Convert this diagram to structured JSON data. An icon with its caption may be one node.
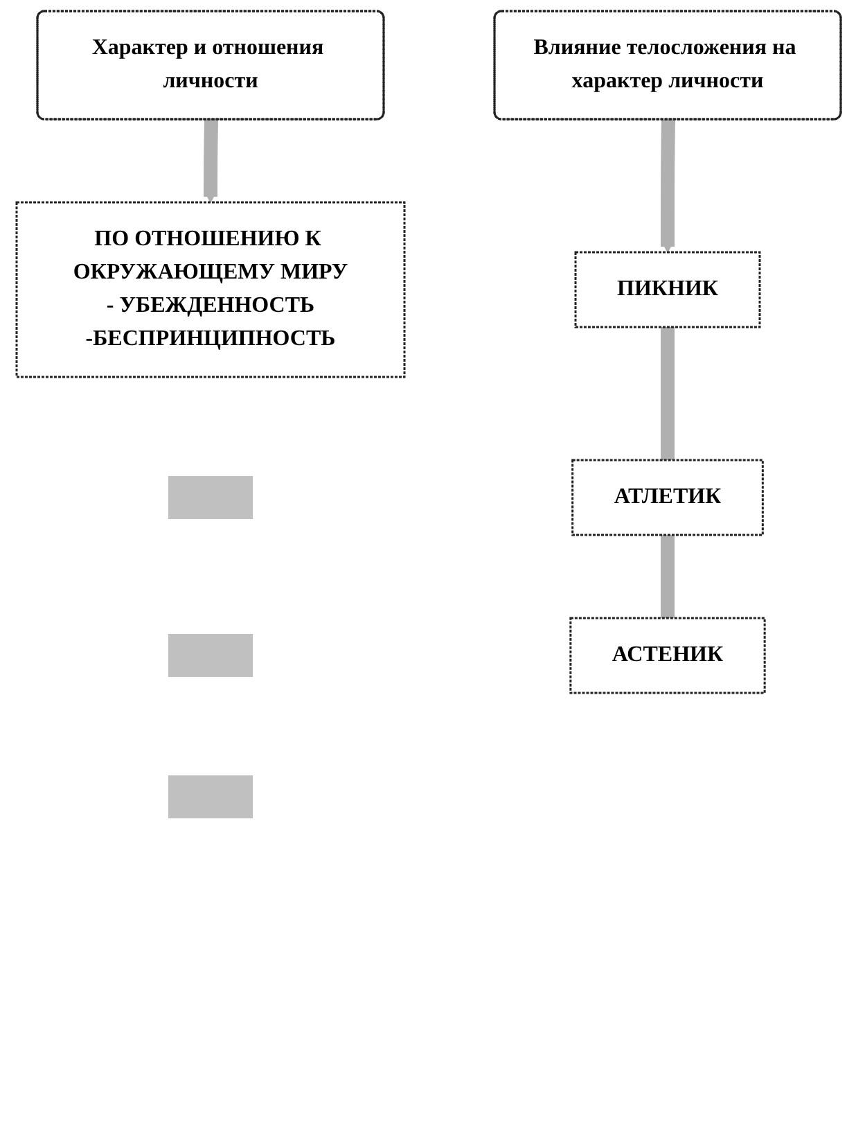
{
  "diagram": {
    "nodes": [
      {
        "text": [
          "Характер и отношения личности"
        ]
      },
      {
        "text": [
          "ПО ОТНОШЕНИЮ К ОКРУЖАЮЩЕМУ МИРУ",
          "- УБЕЖДЕННОСТЬ",
          "-БЕСПРИНЦИПНОСТЬ"
        ]
      },
      {
        "text": [],
        "shape": "bar"
      },
      {
        "text": [],
        "shape": "bar"
      },
      {
        "text": [],
        "shape": "bar"
      },
      {
        "text": [
          "Влияние телосложения на характер личности"
        ]
      },
      {
        "text": [
          "ПИКНИК"
        ]
      },
      {
        "text": [
          "АТЛЕТИК"
        ]
      },
      {
        "text": [
          "АСТЕНИК"
        ]
      }
    ],
    "edges": [
      {
        "from": 0,
        "to": 1,
        "arrow": "to"
      },
      {
        "from": 5,
        "to": 6,
        "arrow": "to"
      },
      {
        "from": 6,
        "to": 7,
        "arrow": "none"
      },
      {
        "from": 7,
        "to": 8,
        "arrow": "none"
      }
    ]
  }
}
